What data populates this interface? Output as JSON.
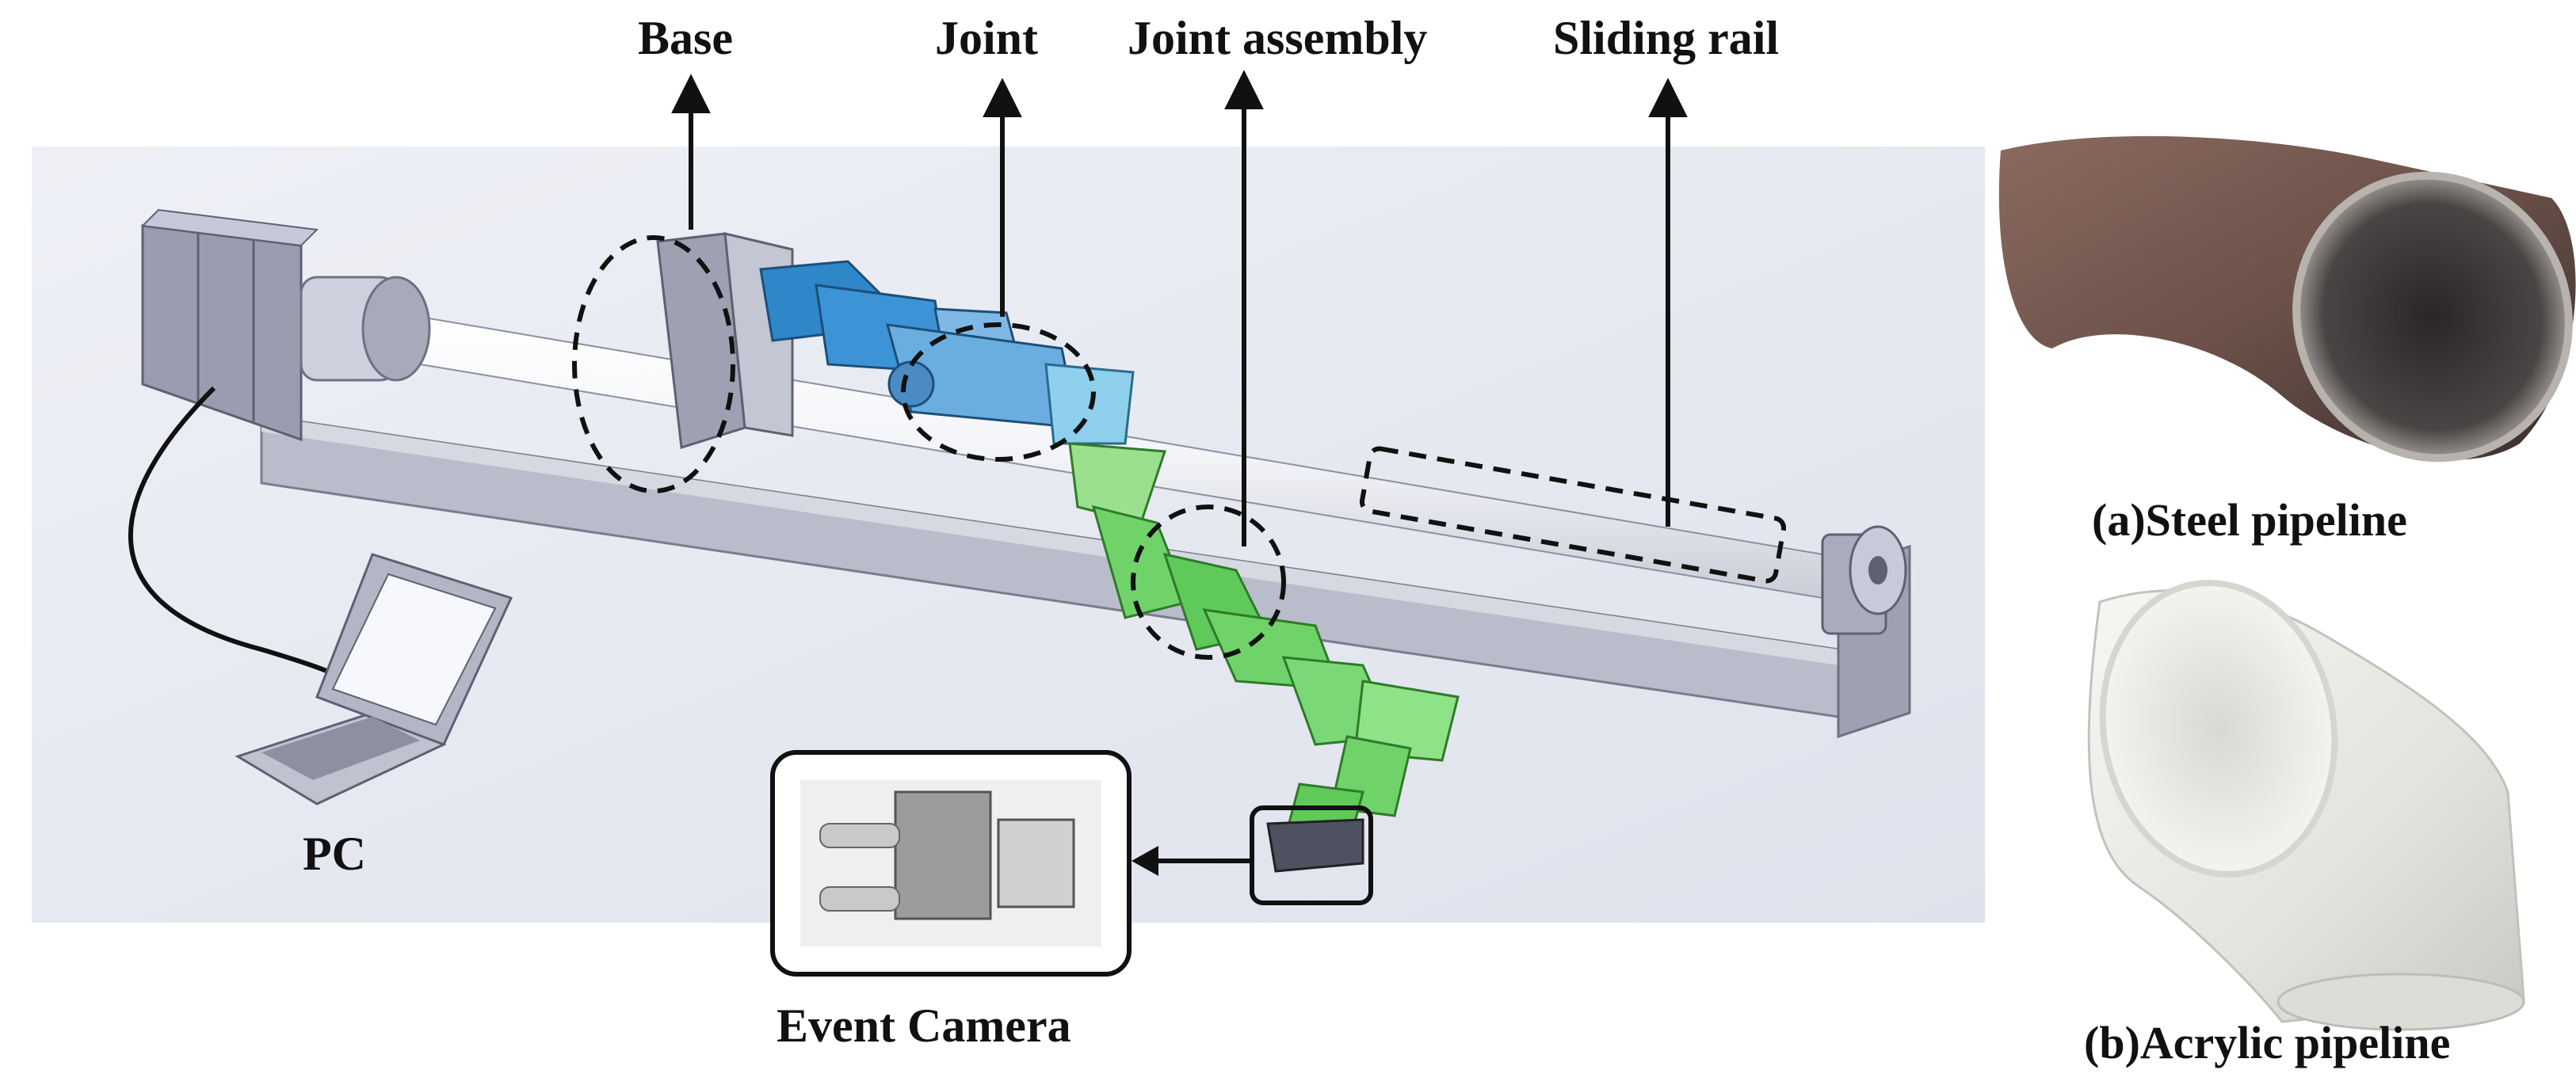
{
  "labels": {
    "base": "Base",
    "joint": "Joint",
    "joint_assembly": "Joint assembly",
    "sliding_rail": "Sliding rail",
    "pc": "PC",
    "event_camera": "Event Camera"
  },
  "captions": {
    "steel": "(a)Steel pipeline",
    "acrylic": "(b)Acrylic pipeline"
  },
  "colors": {
    "robot_blue": "#2f86c9",
    "robot_light_blue": "#7cc6e6",
    "robot_green": "#6fd36a",
    "rail_gray": "#c9ccd8",
    "steel": "#6b5149",
    "acrylic": "#e9e8e3"
  }
}
